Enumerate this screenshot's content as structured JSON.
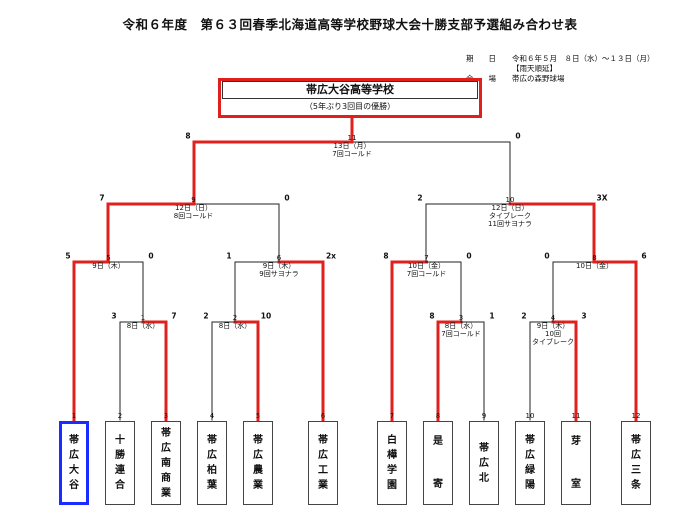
{
  "title": "令和６年度　第６３回春季北海道高等学校野球大会十勝支部予選組み合わせ表",
  "info": {
    "date_label": "期　　日",
    "date_value": "令和６年５月　８日（水）～１３日（月）",
    "note": "【雨天順延】",
    "venue_label": "会　　場",
    "venue_value": "帯広の森野球場"
  },
  "champion": {
    "name": "帯広大谷高等学校",
    "note": "（5年ぶり3回目の優勝）"
  },
  "teams": [
    {
      "num": "1",
      "name": "帯広大谷",
      "winner": true
    },
    {
      "num": "2",
      "name": "十勝連合",
      "winner": false
    },
    {
      "num": "3",
      "name": "帯広南商業",
      "winner": false
    },
    {
      "num": "4",
      "name": "帯広柏葉",
      "winner": false
    },
    {
      "num": "5",
      "name": "帯広農業",
      "winner": false
    },
    {
      "num": "6",
      "name": "帯広工業",
      "winner": false
    },
    {
      "num": "7",
      "name": "白樺学園",
      "winner": false
    },
    {
      "num": "8",
      "name": "是　寄",
      "winner": false
    },
    {
      "num": "9",
      "name": "帯広北",
      "winner": false
    },
    {
      "num": "10",
      "name": "帯広緑陽",
      "winner": false
    },
    {
      "num": "11",
      "name": "芽　室",
      "winner": false
    },
    {
      "num": "12",
      "name": "帯広三条",
      "winner": false
    }
  ],
  "games": {
    "g1": {
      "num": "1",
      "date": "8日（水）",
      "note": "",
      "score_left": "3",
      "score_right": "7"
    },
    "g2": {
      "num": "2",
      "date": "8日（水）",
      "note": "",
      "score_left": "2",
      "score_right": "10"
    },
    "g3": {
      "num": "3",
      "date": "8日（水）",
      "note": "7回コールド",
      "score_left": "8",
      "score_right": "1"
    },
    "g4": {
      "num": "4",
      "date": "9日（木）",
      "note": "10回\nタイブレーク",
      "score_left": "2",
      "score_right": "3"
    },
    "g5": {
      "num": "5",
      "date": "9日（木）",
      "note": "",
      "score_left": "5",
      "score_right": "0"
    },
    "g6": {
      "num": "6",
      "date": "9日（木）",
      "note": "9回サヨナラ",
      "score_left": "1",
      "score_right": "2x"
    },
    "g7": {
      "num": "7",
      "date": "10日（金）",
      "note": "7回コールド",
      "score_left": "8",
      "score_right": "0"
    },
    "g8": {
      "num": "8",
      "date": "10日（金）",
      "note": "",
      "score_left": "0",
      "score_right": "6"
    },
    "g9": {
      "num": "9",
      "date": "12日（日）",
      "note": "8回コールド",
      "score_left": "7",
      "score_right": "0"
    },
    "g10": {
      "num": "10",
      "date": "12日（日）",
      "note": "タイブレーク\n11回サヨナラ",
      "score_left": "2",
      "score_right": "3X"
    },
    "g11": {
      "num": "11",
      "date": "13日（月）",
      "note": "7回コールド",
      "score_left": "8",
      "score_right": "0"
    }
  },
  "colors": {
    "win_line": "#e0201c",
    "line": "#222222",
    "winner_box": "#1a2cff"
  }
}
